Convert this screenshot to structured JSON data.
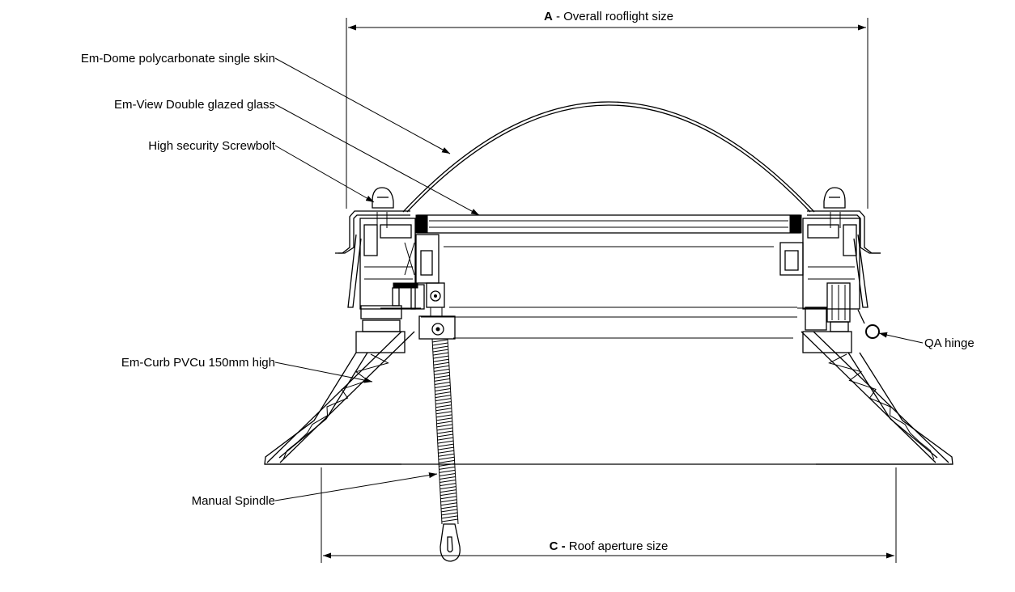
{
  "dimensions": {
    "a": {
      "letter": "A",
      "text": " - Overall rooflight size"
    },
    "c": {
      "letter": "C -",
      "text": " Roof aperture size"
    }
  },
  "labels": {
    "dome": "Em-Dome polycarbonate single skin",
    "glass": "Em-View Double glazed glass",
    "screwbolt": "High security Screwbolt",
    "curb": "Em-Curb PVCu 150mm high",
    "spindle": "Manual Spindle",
    "hinge": "QA hinge"
  }
}
